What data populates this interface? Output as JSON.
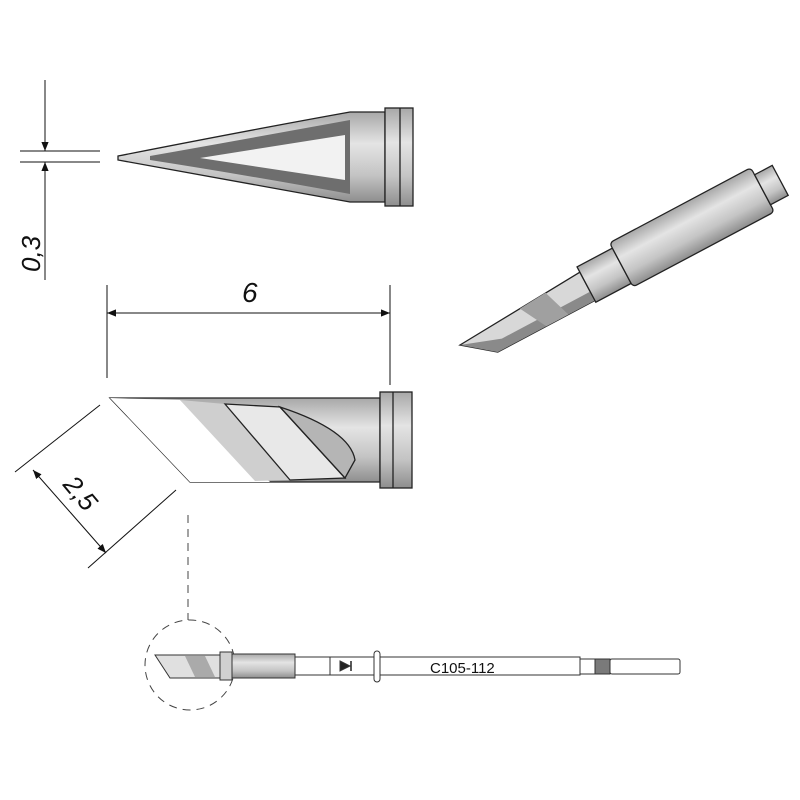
{
  "dimensions": {
    "tip_thickness": "0,3",
    "length": "6",
    "blade_width": "2,5"
  },
  "part_number": "C105-112",
  "colors": {
    "line": "#222222",
    "metal_light": "#e6e6e6",
    "metal_mid": "#bdbdbd",
    "metal_dark": "#8a8a8a"
  }
}
